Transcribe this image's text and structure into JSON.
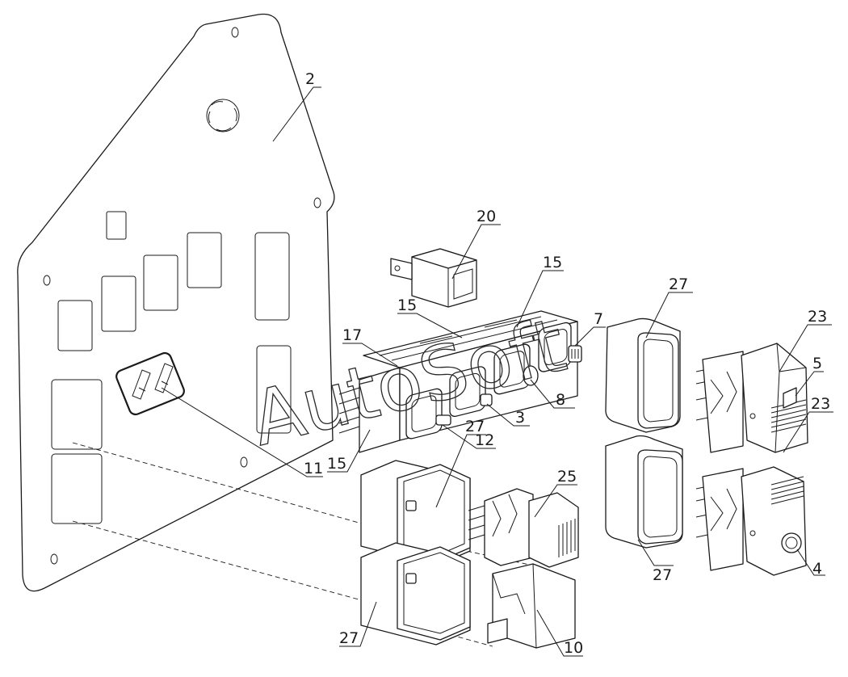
{
  "watermark": "AutoSoft",
  "callouts": {
    "c2": "2",
    "c20": "20",
    "c15a": "15",
    "c15b": "15",
    "c17": "17",
    "c7": "7",
    "c27a": "27",
    "c23a": "23",
    "c5": "5",
    "c8": "8",
    "c3": "3",
    "c12": "12",
    "c15c": "15",
    "c11": "11",
    "c27b": "27",
    "c25": "25",
    "c23b": "23",
    "c27c": "27",
    "c4": "4",
    "c27d": "27",
    "c10": "10"
  }
}
